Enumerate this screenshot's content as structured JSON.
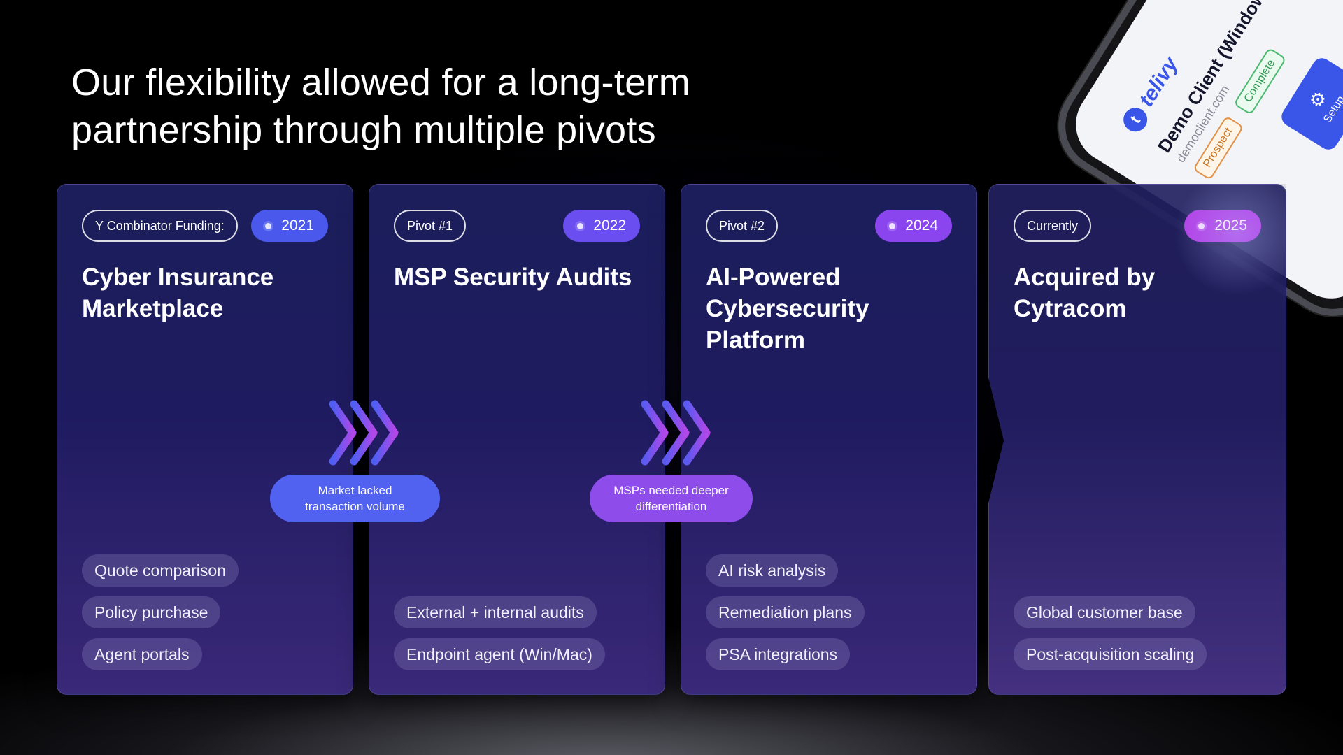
{
  "headline": {
    "line1": "Our flexibility allowed for a long-term",
    "line2": "partnership through multiple pivots"
  },
  "phone": {
    "logo_mark": "t",
    "logo_text": "telivy",
    "client_title": "Demo Client (Window",
    "client_domain": "democlient.com",
    "badge_prospect": "Prospect",
    "badge_complete": "Complete",
    "setup_label": "Setup"
  },
  "cards": [
    {
      "tag": "Y Combinator Funding:",
      "year": "2021",
      "title": "Cyber Insurance Marketplace",
      "features": [
        "Quote comparison",
        "Policy purchase",
        "Agent portals"
      ]
    },
    {
      "tag": "Pivot #1",
      "year": "2022",
      "title": "MSP Security Audits",
      "features": [
        "External + internal audits",
        "Endpoint agent (Win/Mac)"
      ]
    },
    {
      "tag": "Pivot #2",
      "year": "2024",
      "title": "AI-Powered Cybersecurity Platform",
      "features": [
        "AI risk analysis",
        "Remediation plans",
        "PSA integrations"
      ]
    },
    {
      "tag": "Currently",
      "year": "2025",
      "title": "Acquired by Cytracom",
      "features": [
        "Global customer base",
        "Post-acquisition scaling"
      ]
    }
  ],
  "transitions": [
    {
      "reason_line1": "Market lacked",
      "reason_line2": "transaction volume"
    },
    {
      "reason_line1": "MSPs needed deeper",
      "reason_line2": "differentiation"
    }
  ],
  "colors": {
    "year_2021": "#4a58ec",
    "year_2022": "#6a4ef0",
    "year_2024": "#8a45ee",
    "year_2025": "#b23fe6",
    "chevron_start": "#4f5ef2",
    "chevron_end": "#b048e8"
  }
}
